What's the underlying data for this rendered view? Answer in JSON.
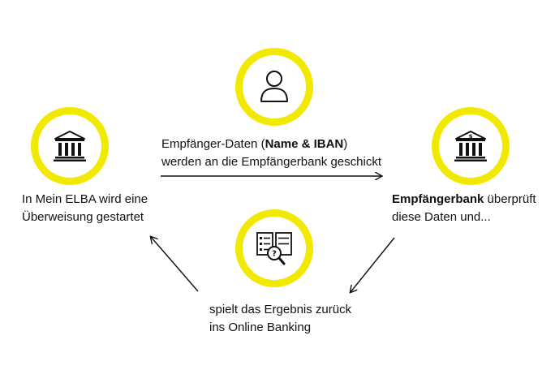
{
  "steps": {
    "start": {
      "line1": "In Mein ELBA wird eine",
      "line2": "Überweisung gestartet"
    },
    "transfer": {
      "line1_pre": "Empfänger-Daten (",
      "line1_bold": "Name & IBAN",
      "line1_post": ")",
      "line2": "werden an die Empfängerbank geschickt"
    },
    "check": {
      "line1_bold": "Empfängerbank",
      "line1_post": " überprüft",
      "line2": "diese Daten und..."
    },
    "result": {
      "line1": "spielt das Ergebnis zurück",
      "line2": "ins Online Banking"
    }
  },
  "icons": {
    "person": "person-icon",
    "bank_left": "bank-building-icon",
    "bank_right": "bank-dollar-icon",
    "check": "document-magnifier-icon"
  },
  "colors": {
    "accent": "#f2e900",
    "line": "#111111"
  }
}
